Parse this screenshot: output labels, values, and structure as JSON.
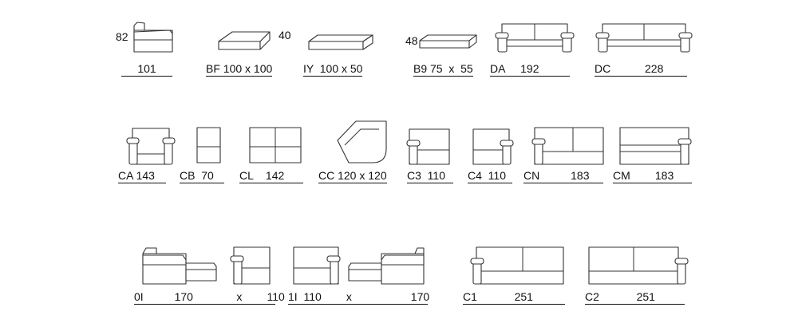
{
  "modules": [
    {
      "id": "m-101",
      "label": "101",
      "height": "82"
    },
    {
      "id": "m-bf",
      "label": "BF 100 x 100",
      "height": ""
    },
    {
      "id": "m-iy",
      "label": "IY  100 x 50",
      "height": "40"
    },
    {
      "id": "m-b9",
      "label": "B9 75  x  55",
      "height": "48"
    },
    {
      "id": "m-da",
      "label": "DA     192",
      "height": ""
    },
    {
      "id": "m-dc",
      "label": "DC           228",
      "height": ""
    },
    {
      "id": "m-ca",
      "label": "CA 143",
      "height": ""
    },
    {
      "id": "m-cb",
      "label": "CB  70",
      "height": ""
    },
    {
      "id": "m-cl",
      "label": "CL    142",
      "height": ""
    },
    {
      "id": "m-cc",
      "label": "CC 120 x 120",
      "height": ""
    },
    {
      "id": "m-c3",
      "label": "C3  110",
      "height": ""
    },
    {
      "id": "m-c4",
      "label": "C4  110",
      "height": ""
    },
    {
      "id": "m-cn",
      "label": "CN          183",
      "height": ""
    },
    {
      "id": "m-cm",
      "label": "CM        183",
      "height": ""
    },
    {
      "id": "m-0i",
      "label": "0I          170              x        110",
      "height": ""
    },
    {
      "id": "m-1i",
      "label": "1I  110        x                   170",
      "height": ""
    },
    {
      "id": "m-c1",
      "label": "C1            251",
      "height": ""
    },
    {
      "id": "m-c2",
      "label": "C2            251",
      "height": ""
    }
  ]
}
